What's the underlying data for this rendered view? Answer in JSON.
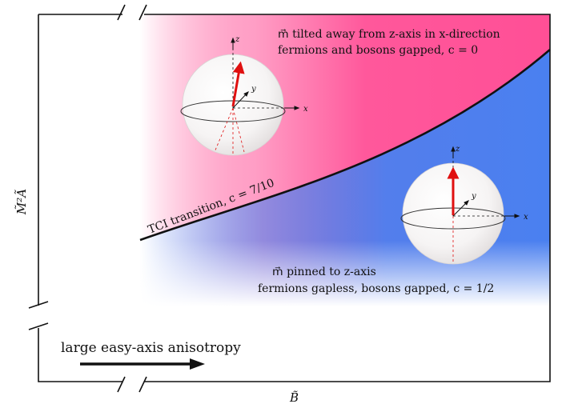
{
  "axes": {
    "x_label": "B̃",
    "y_label": "M̃²Ã"
  },
  "regions": {
    "upper": {
      "color": "#ff4f96",
      "line1": "m⃗ tilted away from z-axis in x-direction",
      "line2": "fermions and bosons gapped, c = 0"
    },
    "lower": {
      "color": "#4a80f0",
      "line1": "m⃗ pinned to z-axis",
      "line2": "fermions gapless, bosons gapped, c = 1/2"
    }
  },
  "transition": {
    "label": "TCI transition, c = 7/10"
  },
  "sphere_axes": {
    "z": "z",
    "y": "y",
    "x": "x"
  },
  "anisotropy": {
    "label": "large easy-axis anisotropy"
  }
}
